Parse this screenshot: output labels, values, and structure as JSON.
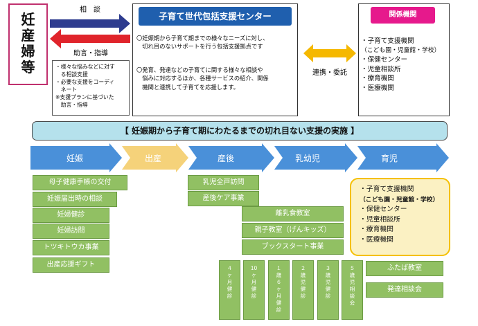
{
  "target": [
    "妊",
    "産",
    "婦",
    "等"
  ],
  "arrows": {
    "consult": "相　談",
    "advice": "助言・指導",
    "link": "連携・委託"
  },
  "concerns": [
    "・様々な悩みなどに対す",
    "　る相談支援",
    "・必要な支援をコーディ",
    "　ネート",
    "※支援プランに基づいた",
    "　助言・指導"
  ],
  "center": {
    "title": "子育て世代包括支援センター",
    "p1": [
      "〇妊娠期から子育て期までの様々なニーズに対し、",
      "　切れ目のないサポートを行う包括支援拠点です"
    ],
    "p2": [
      "〇発育、発達などの子育てに関する様々な相談や",
      "　悩みに対応するほか、各種サービスの紹介、関係",
      "　機関と連携して子育てを応援します。"
    ]
  },
  "agency": {
    "title": "関係機関",
    "items": [
      "・子育て支援機関",
      "（こども園・児童館・学校）",
      "・保健センター",
      "・児童相談所",
      "・療育機関",
      "・医療機関"
    ]
  },
  "banner": "【 妊娠期から子育て期にわたるまでの切れ目ない支援の実施 】",
  "stages": [
    "妊娠",
    "出産",
    "産後",
    "乳幼児",
    "育児"
  ],
  "colors": {
    "stage_blue": "#4a90d9",
    "stage_birth": "#f5d27a",
    "green": "#91c063",
    "banner": "#b5e1ec",
    "center_title": "#1f5fae",
    "agency_title": "#e6198c"
  },
  "pregnancy_services": [
    "母子健康手帳の交付",
    "妊娠届出時の相談",
    "妊婦健診",
    "妊婦訪問",
    "トツキトウカ事業",
    "出産応援ギフト"
  ],
  "postnatal_services": [
    "乳児全戸訪問",
    "産後ケア事業"
  ],
  "infant_services": [
    "離乳食教室",
    "親子教室（げんキッズ）",
    "ブックスタート事業"
  ],
  "checkups": [
    [
      "４",
      "ヶ",
      "月",
      "健",
      "診"
    ],
    [
      "10",
      "ヶ",
      "月",
      "健",
      "診"
    ],
    [
      "１",
      "歳",
      "６",
      "ヶ",
      "月",
      "健",
      "診"
    ],
    [
      "２",
      "歳",
      "児",
      "健",
      "診"
    ],
    [
      "３",
      "歳",
      "児",
      "健",
      "診"
    ],
    [
      "５",
      "歳",
      "児",
      "相",
      "談",
      "会"
    ]
  ],
  "childcare_agencies": [
    "・子育て支援機関",
    "（こども園・児童館・学校）",
    "・保健センター",
    "・児童相談所",
    "・療育機関",
    "・医療機関"
  ],
  "childcare_services": [
    "ふたば教室",
    "発達相談会"
  ]
}
